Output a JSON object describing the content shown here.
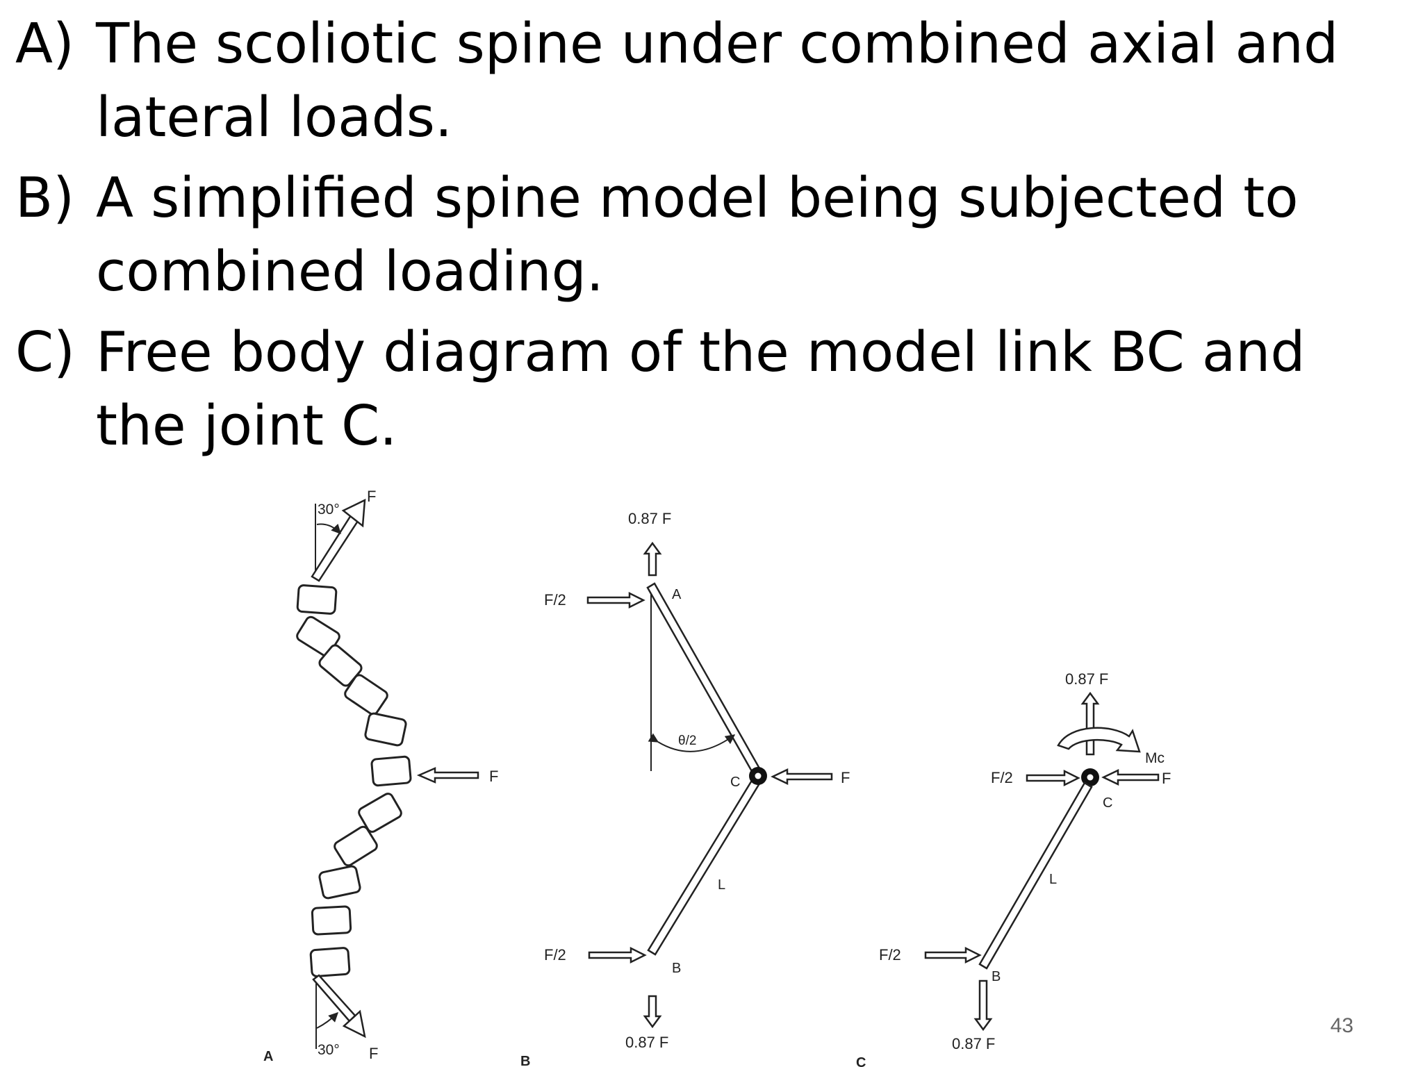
{
  "captions": [
    {
      "label": "A)",
      "text": "The scoliotic spine under combined axial and lateral loads."
    },
    {
      "label": "B)",
      "text": "A simplified spine model being subjected to combined loading."
    },
    {
      "label": "C)",
      "text": "Free body diagram of the model link BC and the joint C."
    }
  ],
  "figure": {
    "panelA": {
      "panel_label": "A",
      "angle_top": "30°",
      "angle_bottom": "30°",
      "force_top": "F",
      "force_bottom": "F",
      "force_lateral": "F"
    },
    "panelB": {
      "panel_label": "B",
      "top_axial": "0.87 F",
      "bottom_axial": "0.87 F",
      "top_lateral": "F/2",
      "bottom_lateral": "F/2",
      "lateral_force": "F",
      "node_a": "A",
      "node_b": "B",
      "node_c": "C",
      "link_length": "L",
      "angle": "θ/2"
    },
    "panelC": {
      "panel_label": "C",
      "top_axial": "0.87 F",
      "bottom_axial": "0.87 F",
      "moment": "Mc",
      "joint_lateral": "F/2",
      "lateral_force": "F",
      "bottom_lateral": "F/2",
      "node_b": "B",
      "node_c": "C",
      "link_length": "L"
    }
  },
  "page_number": "43"
}
